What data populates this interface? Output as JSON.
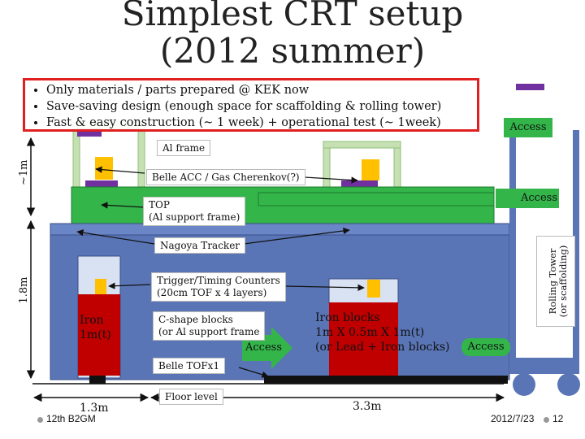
{
  "title": {
    "line1": "Simplest CRT setup",
    "line2": "(2012 summer)"
  },
  "bullets": [
    "Only materials / parts prepared @ KEK now",
    "Save-saving design (enough space for scaffolding & rolling tower)",
    "Fast & easy construction (~ 1 week) + operational test (~ 1week)"
  ],
  "labels": {
    "al_frame": "Al frame",
    "belle_acc": "Belle ACC / Gas Cherenkov(?)",
    "top_line1": "TOP",
    "top_line2": "(Al support frame)",
    "nagoya_tracker": "Nagoya Tracker",
    "trigger_line1": "Trigger/Timing Counters",
    "trigger_line2": "(20cm TOF x 4 layers)",
    "cshape_line1": "C-shape blocks",
    "cshape_line2": "(or Al support frame",
    "belle_tof": "Belle TOFx1",
    "floor_level": "Floor level",
    "iron_left_line1": "Iron",
    "iron_left_line2": "1m(t)",
    "iron_blocks_line1": "Iron blocks",
    "iron_blocks_line2": "1m X 0.5m X 1m(t)",
    "iron_blocks_line3": "(or Lead + Iron blocks)",
    "rolling_line1": "Rolling Tower",
    "rolling_line2": "(or scaffolding)"
  },
  "access": {
    "top_right": "Access",
    "mid_right": "Access",
    "arrow": "Access",
    "iron_right": "Access"
  },
  "dimensions": {
    "height_top": "~1m",
    "height_bottom": "1.8m",
    "width_left": "1.3m",
    "width_right": "3.3m"
  },
  "footer": {
    "left": "12th B2GM",
    "date": "2012/7/23",
    "page": "12"
  },
  "colors": {
    "structure_blue": "#5a75b6",
    "green": "#33b54a",
    "yellow": "#ffc000",
    "purple": "#7030a0",
    "red": "#e02020",
    "dark": "#222222"
  }
}
